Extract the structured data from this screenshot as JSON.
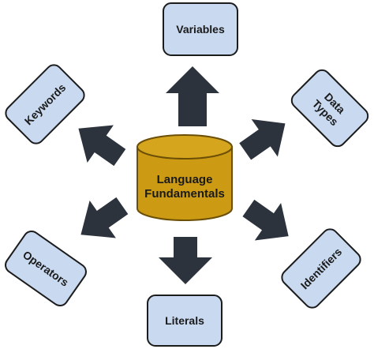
{
  "center": {
    "line1": "Language",
    "line2": "Fundamentals"
  },
  "nodes": {
    "variables": "Variables",
    "data_types": {
      "line1": "Data",
      "line2": "Types"
    },
    "identifiers": "Identifiers",
    "literals": "Literals",
    "operators": "Operators",
    "keywords": "Keywords"
  },
  "colors": {
    "box_fill": "#c9d9f0",
    "arrow": "#2c333d",
    "cylinder": "#cc9a13"
  }
}
